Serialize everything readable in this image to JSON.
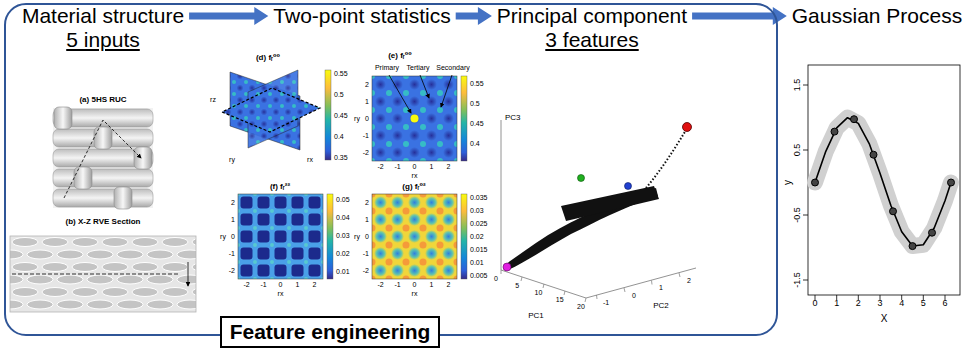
{
  "diagram": {
    "nodes": [
      {
        "text": [
          "Feature engineering"
        ]
      },
      {
        "text": [
          "Material structure",
          "5 inputs"
        ],
        "in": 0
      },
      {
        "text": [
          "Two-point statistics"
        ],
        "in": 0
      },
      {
        "text": [
          "Principal component",
          "3 features"
        ],
        "in": 0
      },
      {
        "text": [
          "Gaussian Process"
        ]
      }
    ],
    "edges": [
      {
        "from": 1,
        "to": 2,
        "arrow": "to"
      },
      {
        "from": 2,
        "to": 3,
        "arrow": "to"
      },
      {
        "from": 3,
        "to": 4,
        "arrow": "to"
      }
    ],
    "labels": [
      "(a) 5HS RUC",
      "(b) X-Z RVE Section",
      "(d) fᵣ⁰⁰",
      "rz",
      "ry",
      "rx",
      "0.55",
      "0.5",
      "0.45",
      "0.4",
      "0.35",
      "(e) fᵣ⁰⁰",
      "Primary",
      "Tertiary",
      "Secondary",
      "0.55",
      "0.5",
      "0.45",
      "0.4",
      "2",
      "1",
      "0",
      "-1",
      "-2",
      "ry",
      "-2",
      "-1",
      "0",
      "1",
      "2",
      "rx",
      "(f) fᵣ²²",
      "0.05",
      "0.04",
      "0.03",
      "0.02",
      "0.01",
      "2",
      "1",
      "0",
      "-1",
      "-2",
      "ry",
      "-2",
      "-1",
      "0",
      "1",
      "2",
      "rx",
      "(g) fᵣ⁰²",
      "0.035",
      "0.03",
      "0.025",
      "0.02",
      "0.015",
      "0.01",
      "0.005",
      "2",
      "1",
      "0",
      "-1",
      "-2",
      "ry",
      "-2",
      "-1",
      "0",
      "1",
      "2",
      "rx",
      "PC3",
      "0",
      "5",
      "10",
      "15",
      "20",
      "PC1",
      "-1",
      "0",
      "1",
      "2",
      "PC2",
      "1.5",
      "0.5",
      "-0.5",
      "-1.5",
      "y",
      "0",
      "1",
      "2",
      "3",
      "4",
      "5",
      "6",
      "X"
    ]
  }
}
